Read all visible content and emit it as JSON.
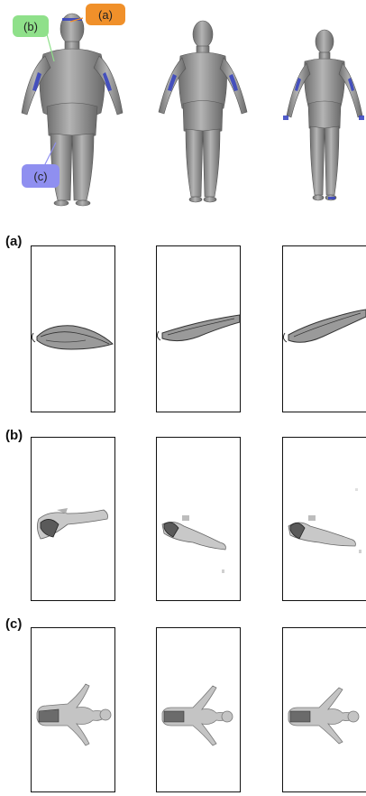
{
  "figure": {
    "callouts": [
      {
        "label": "(a)",
        "color": "#f0902a"
      },
      {
        "label": "(b)",
        "color": "#8fe08a"
      },
      {
        "label": "(c)",
        "color": "#8f8ff0"
      }
    ],
    "rows": [
      {
        "label": "(a)",
        "kind": "cross-section slice",
        "panels": 3
      },
      {
        "label": "(b)",
        "kind": "cross-section slice",
        "panels": 3
      },
      {
        "label": "(c)",
        "kind": "top-down silhouette",
        "panels": 3
      }
    ],
    "figures": [
      {
        "body": "heavy build"
      },
      {
        "body": "medium build"
      },
      {
        "body": "slim build"
      }
    ],
    "highlight_color": "#3340c0",
    "body_color": "#8e8e8e"
  }
}
